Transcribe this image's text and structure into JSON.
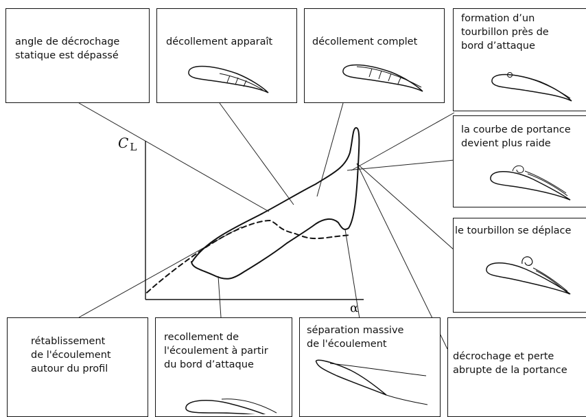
{
  "diagram": {
    "axes": {
      "y_label": "C",
      "y_subscript": "L",
      "x_label": "α"
    },
    "boxes": [
      {
        "id": "static-stall-exceeded",
        "text": "angle de décrochage\nstatique est dépassé"
      },
      {
        "id": "separation-appears",
        "text": "décollement apparaît"
      },
      {
        "id": "complete-separation",
        "text": "décollement complet"
      },
      {
        "id": "leading-edge-vortex-formation",
        "text": "formation d’un\ntourbillon près de\nbord d’attaque"
      },
      {
        "id": "lift-curve-steeper",
        "text": "la courbe de portance\ndevient plus raide"
      },
      {
        "id": "vortex-moves",
        "text": "le tourbillon se déplace"
      },
      {
        "id": "stall-lift-loss",
        "text": "décrochage et perte\nabrupte de la portance"
      },
      {
        "id": "massive-separation",
        "text": "séparation massive\nde l'écoulement"
      },
      {
        "id": "reattachment-leading-edge",
        "text": "recollement de\nl'écoulement à partir\ndu bord d’attaque"
      },
      {
        "id": "flow-reestablished",
        "text": "rétablissement\nde l'écoulement\nautour du profil"
      }
    ]
  }
}
